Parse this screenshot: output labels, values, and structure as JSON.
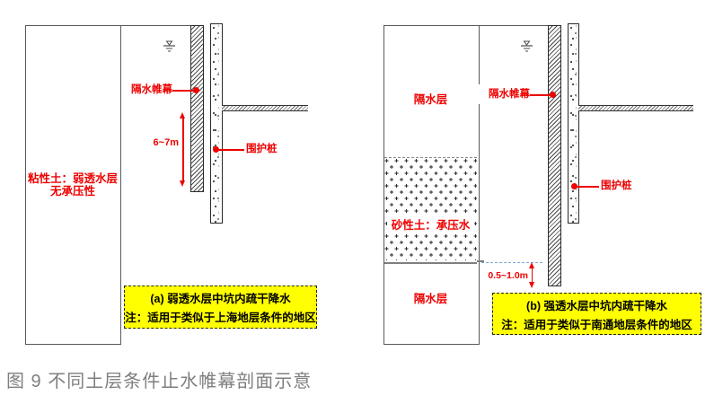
{
  "figure": {
    "caption": "图 9 不同土层条件止水帷幕剖面示意"
  },
  "colors": {
    "annotation_red": "#ee0000",
    "note_yellow": "#ffff00",
    "caption_gray": "#7f7f7f",
    "water_line_blue": "#7da7d9"
  },
  "diagram_a": {
    "soil_label_line1": "粘性土：弱透水层",
    "soil_label_line2": "无承压性",
    "curtain_label": "隔水帷幕",
    "pile_label": "围护桩",
    "dimension": "6~7m",
    "note_title": "(a) 弱透水层中坑内疏干降水",
    "note_text": "注：适用于类似于上海地层条件的地区"
  },
  "diagram_b": {
    "top_layer_label": "隔水层",
    "sand_layer_label": "砂性土：承压水",
    "bottom_layer_label": "隔水层",
    "curtain_label": "隔水帷幕",
    "pile_label": "围护桩",
    "dimension": "0.5~1.0m",
    "note_title": "(b) 强透水层中坑内疏干降水",
    "note_text": "注：适用于类似于南通地层条件的地区"
  },
  "icons": {
    "water_table_a": "water-table-symbol",
    "water_table_b": "water-table-symbol"
  }
}
